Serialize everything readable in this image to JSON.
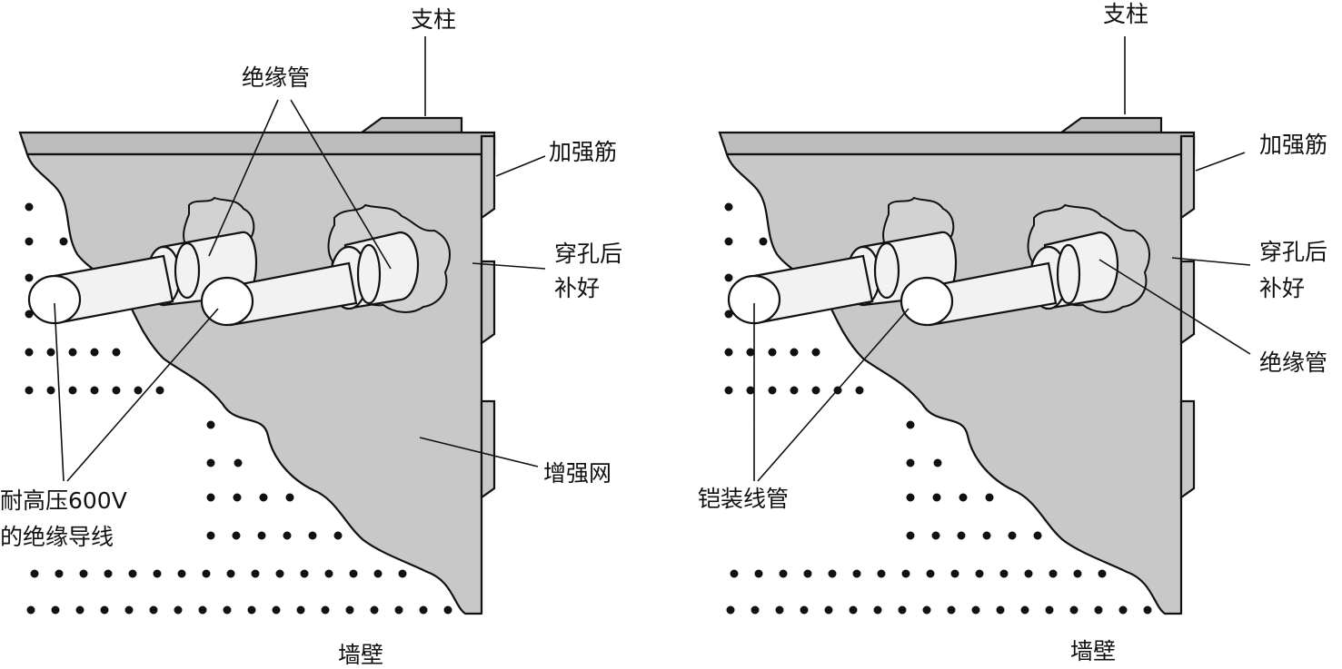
{
  "colors": {
    "plate_fill": "#c8c8c8",
    "outline": "#111111",
    "pipe_fill": "#f2f2f2",
    "background": "#ffffff"
  },
  "left_panel": {
    "labels": {
      "pillar": "支柱",
      "insulating_tube": "绝缘管",
      "stiffener": "加强筋",
      "patch_line1": "穿孔后",
      "patch_line2": "补好",
      "mesh": "增强网",
      "wire_line1": "耐高压600V",
      "wire_line2": "的绝缘导线",
      "wall": "墙壁"
    }
  },
  "right_panel": {
    "labels": {
      "pillar": "支柱",
      "stiffener": "加强筋",
      "patch_line1": "穿孔后",
      "patch_line2": "补好",
      "insulating_tube": "绝缘管",
      "armored_conduit": "铠装线管",
      "wall": "墙壁"
    }
  }
}
